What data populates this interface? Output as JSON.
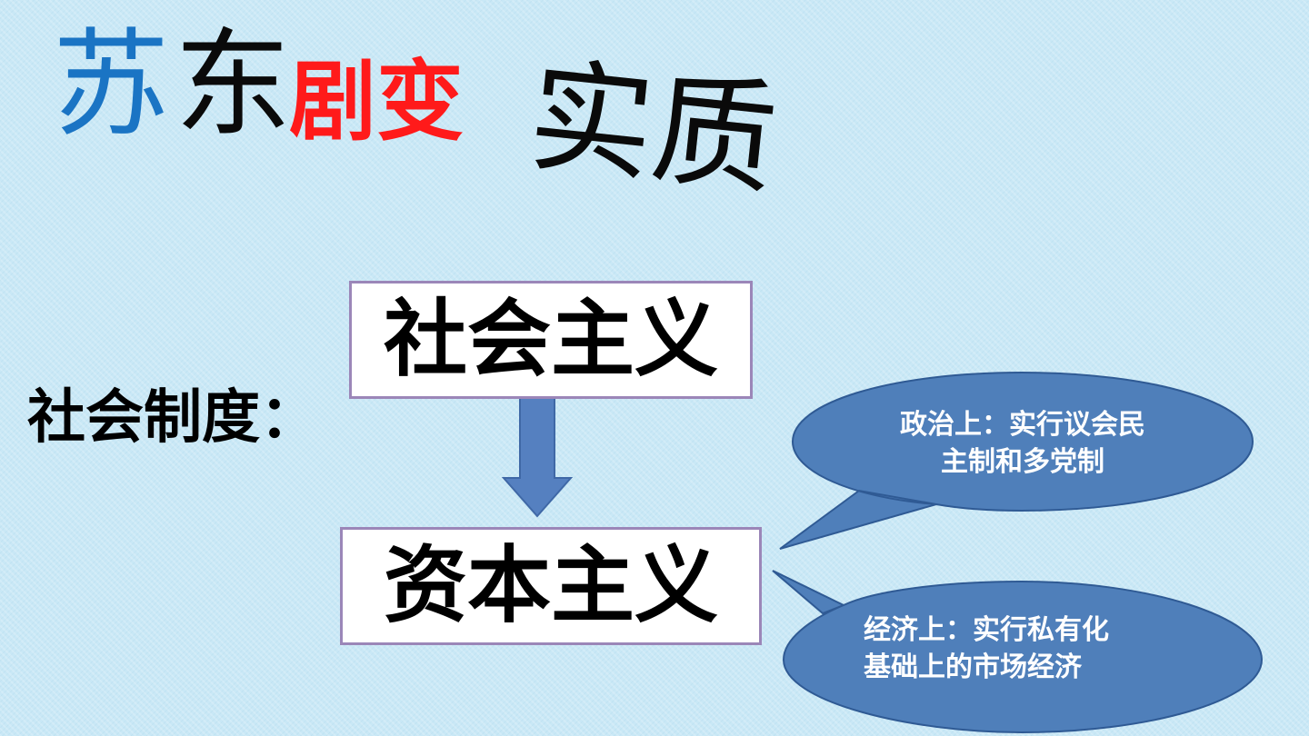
{
  "title": {
    "part1": "苏",
    "part2": "东",
    "part3": "剧变",
    "part4": "实质"
  },
  "colors": {
    "su": "#1a74c4",
    "jubian": "#ff1a1a",
    "bubble_fill": "#4f7fba",
    "arrow_fill": "#5580c0",
    "box_border": "#9b86b8"
  },
  "diagram": {
    "label": "社会制度：",
    "from_box": "社会主义",
    "to_box": "资本主义",
    "politics_bubble": {
      "line1": "政治上：实行议会民",
      "line2": "主制和多党制"
    },
    "economy_bubble": {
      "line1": "经济上：实行私有化",
      "line2": "基础上的市场经济"
    }
  }
}
